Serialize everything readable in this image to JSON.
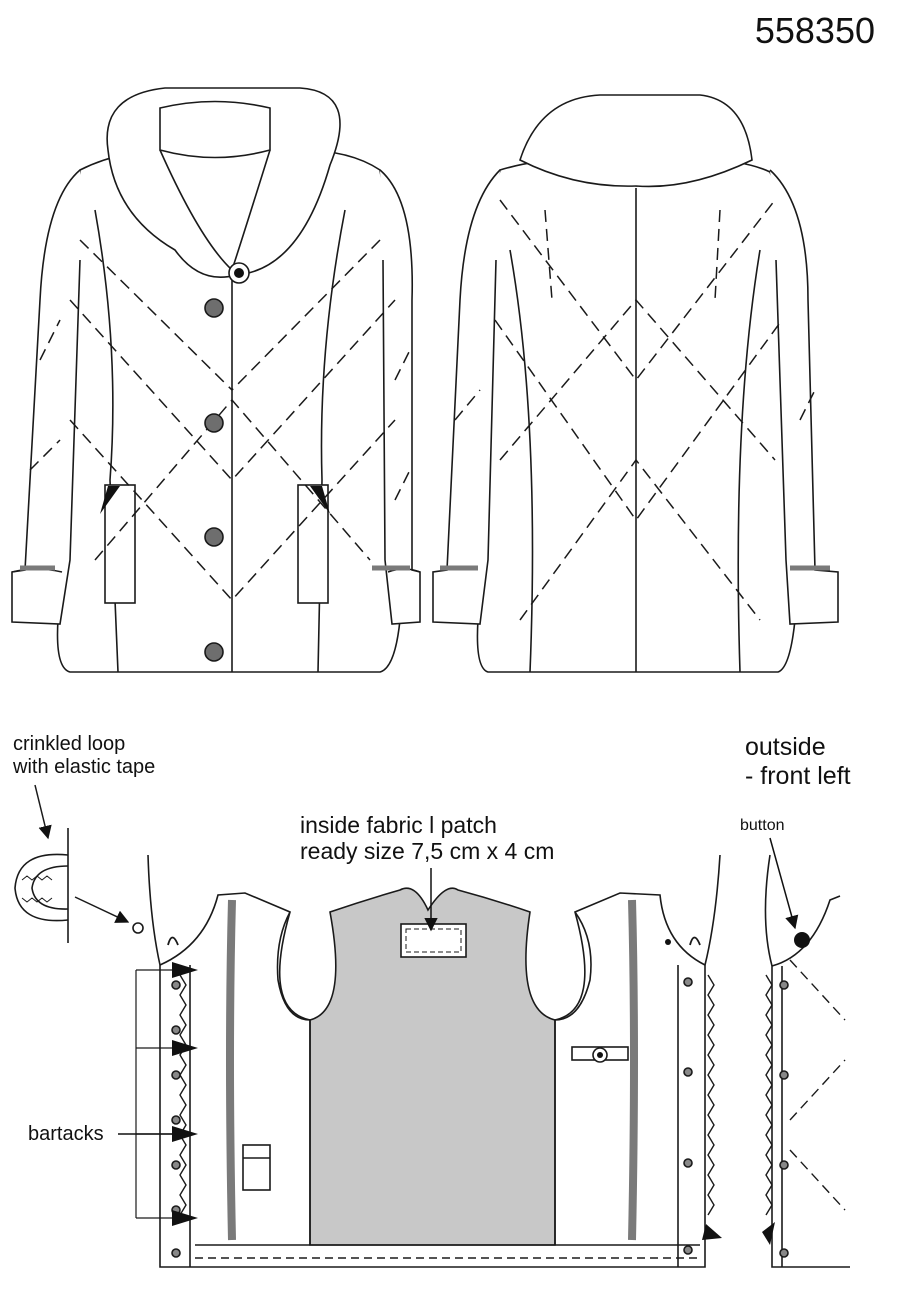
{
  "style_number": "558350",
  "callouts": {
    "crinkled_loop": [
      "crinkled loop",
      "with elastic tape"
    ],
    "patch": [
      "inside fabric l patch",
      "ready size 7,5 cm x 4 cm"
    ],
    "bartacks": "bartacks",
    "outside": [
      "outside",
      "- front left"
    ],
    "button": "button"
  },
  "colors": {
    "outline": "#1a1a1a",
    "lining": "#c8c8c8",
    "button_fill": "#6e6e6e",
    "tape": "#7a7a7a"
  },
  "drawings": [
    {
      "name": "front-view",
      "front_buttons": 4
    },
    {
      "name": "back-view"
    },
    {
      "name": "inside-view",
      "bartack_arrows": 4
    },
    {
      "name": "outside-detail"
    }
  ]
}
